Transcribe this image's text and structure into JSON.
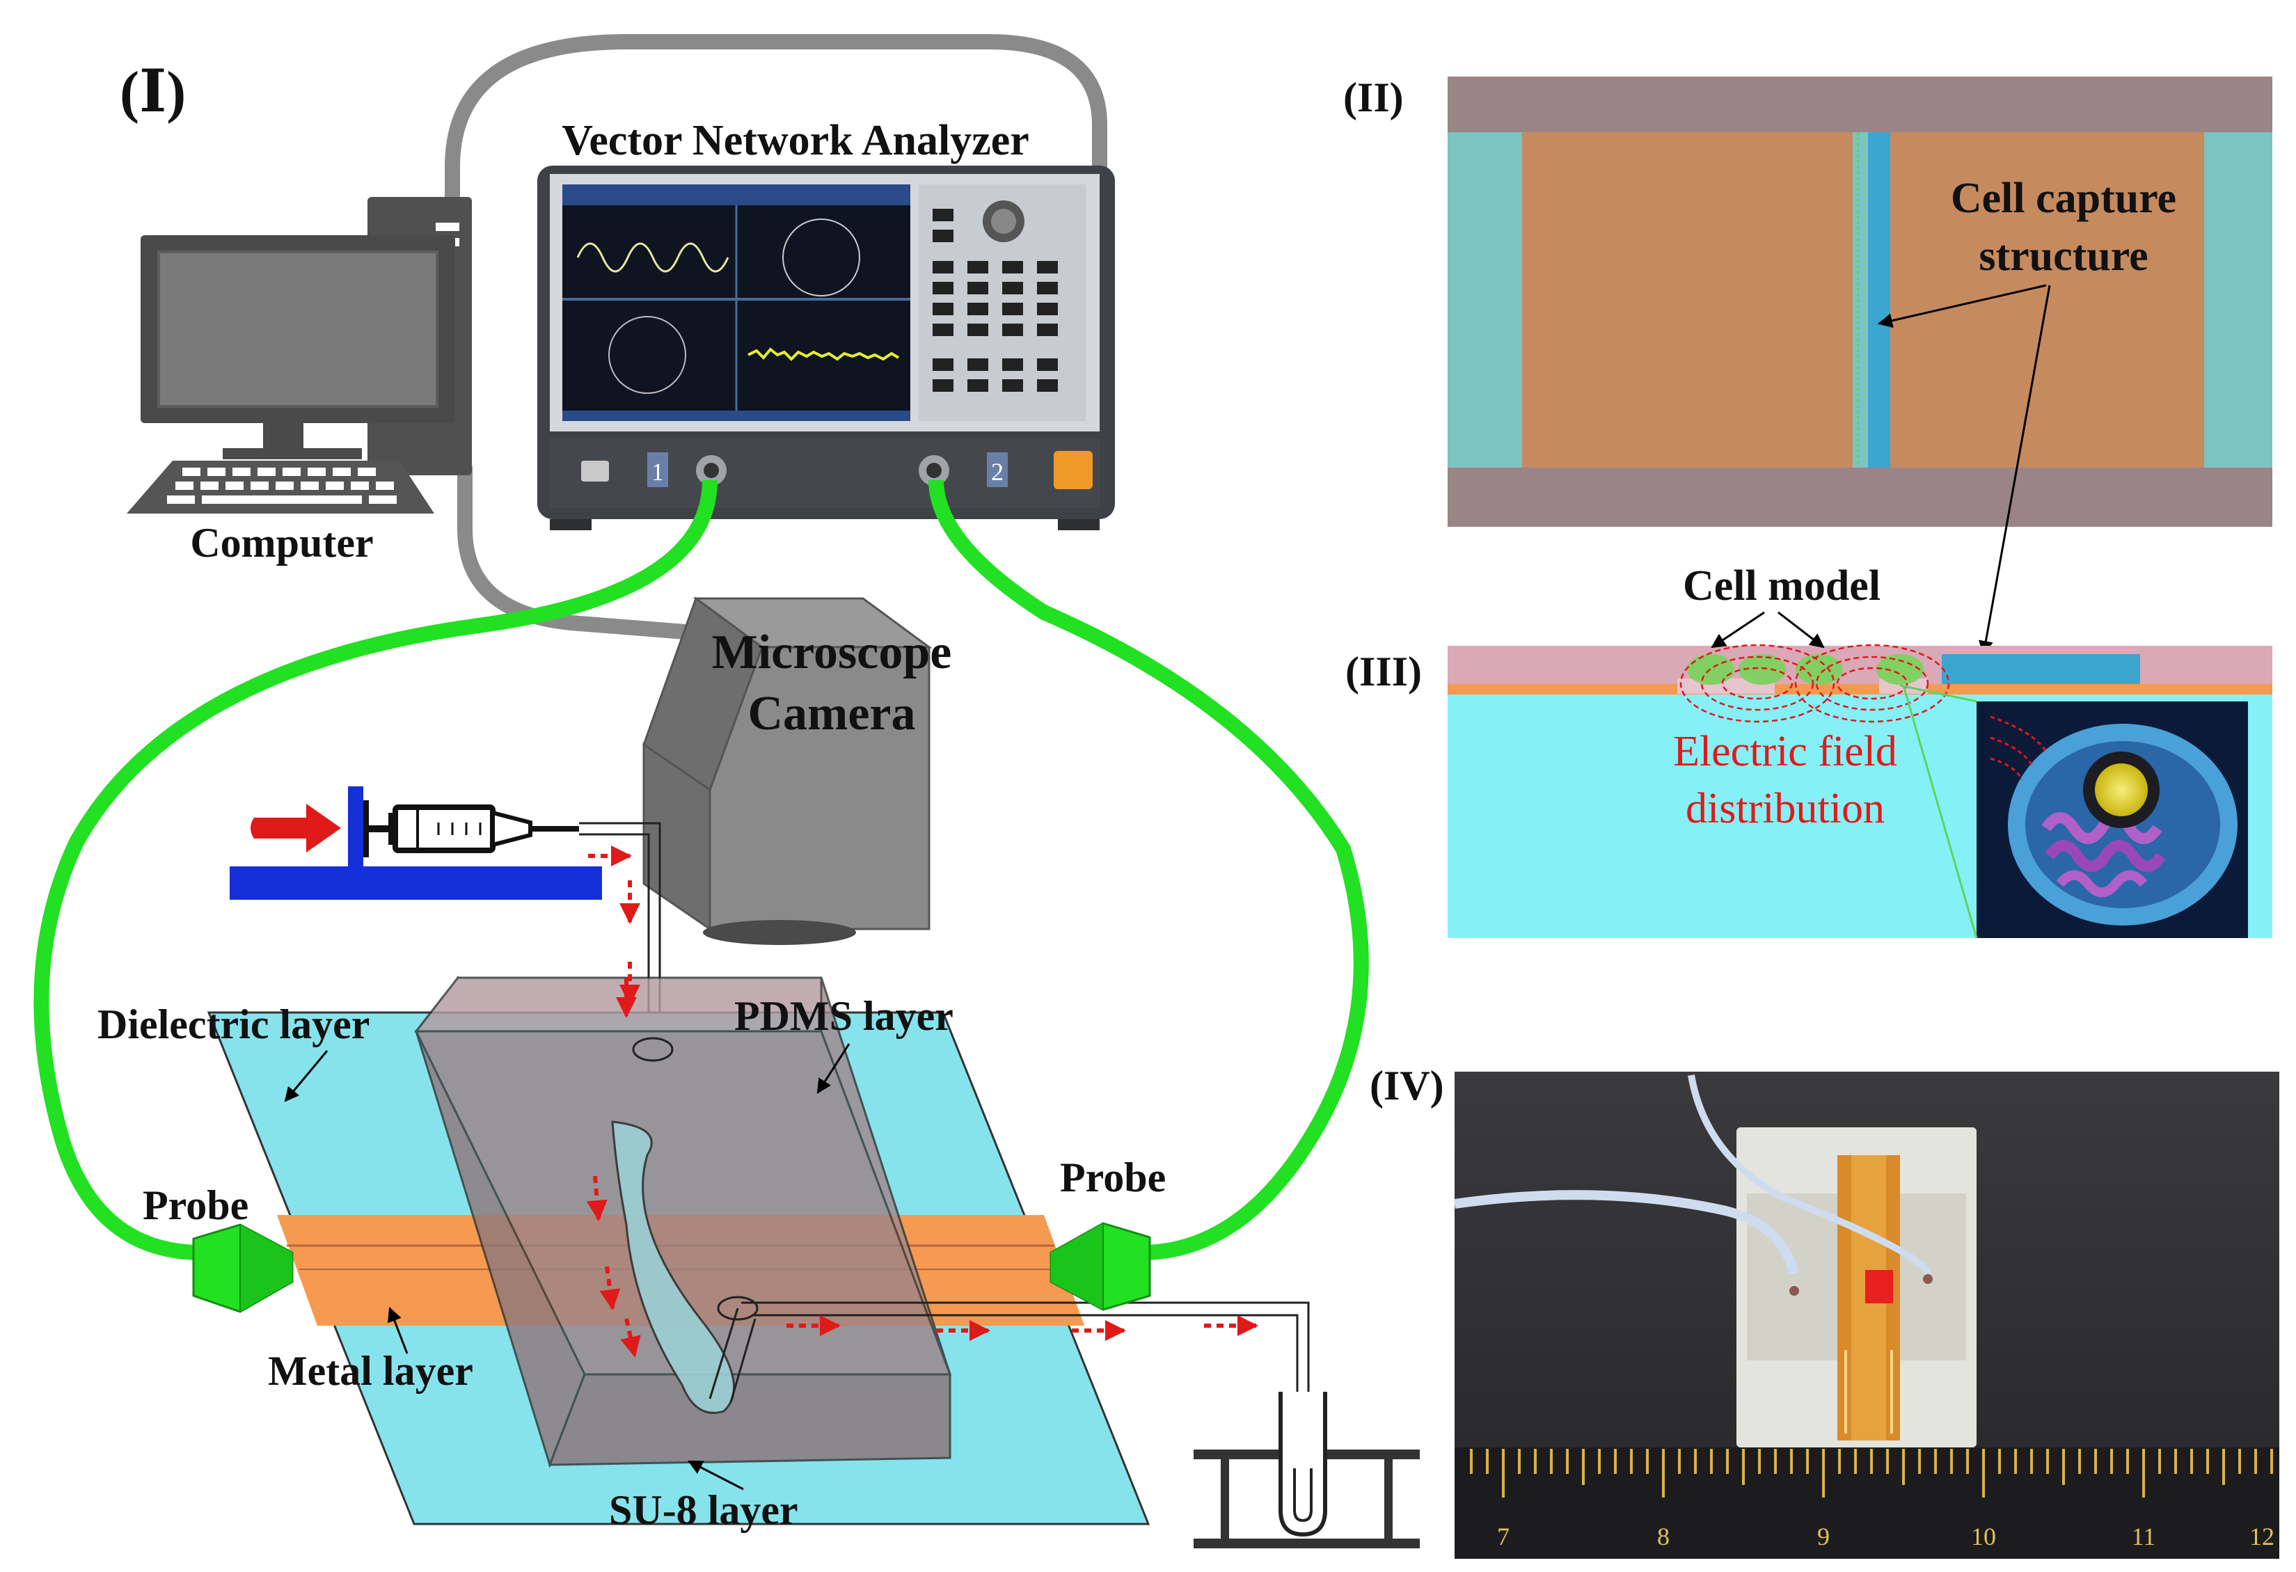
{
  "panels": {
    "p1": "(Ⅰ)",
    "p2": "(II)",
    "p3": "(III)",
    "p4": "(IV)"
  },
  "labels": {
    "vna": "Vector Network Analyzer",
    "computer": "Computer",
    "microscope_line1": "Microscope",
    "microscope_line2": "Camera",
    "dielectric": "Dielectric layer",
    "pdms": "PDMS layer",
    "probe_left": "Probe",
    "probe_right": "Probe",
    "metal": "Metal layer",
    "su8": "SU-8 layer",
    "cell_capture_line1": "Cell capture",
    "cell_capture_line2": "structure",
    "cell_model": "Cell model",
    "efield_line1": "Electric field",
    "efield_line2": "distribution"
  },
  "vna_ports": [
    "1",
    "2"
  ],
  "ruler_numbers": [
    "7",
    "8",
    "9",
    "10",
    "11",
    "12"
  ],
  "colors": {
    "cable_green": "#22e022",
    "metal_orange": "#f59a50",
    "dielectric_cyan": "#86e3ec",
    "pdms_mauve": "#9b8488",
    "flow_arrow_red": "#e01919",
    "cross_section_pink": "#d9a9b7",
    "capture_blue": "#3aa6cf",
    "panel2_brown": "#c68a5f",
    "panel2_teal": "#7bc4c2"
  }
}
